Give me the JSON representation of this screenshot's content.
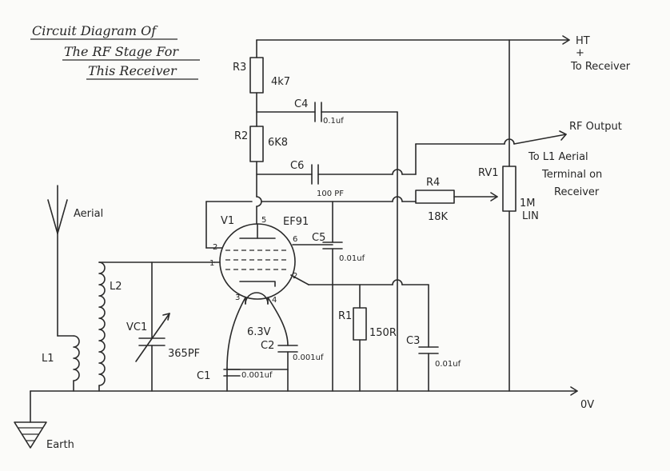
{
  "title": {
    "line1": "Circuit Diagram Of",
    "line2": "The RF Stage For",
    "line3": "This Receiver"
  },
  "components": {
    "r3": {
      "ref": "R3",
      "value": "4k7"
    },
    "r2": {
      "ref": "R2",
      "value": "6K8"
    },
    "r1": {
      "ref": "R1",
      "value": "150R"
    },
    "r4": {
      "ref": "R4",
      "value": "18K"
    },
    "c4": {
      "ref": "C4",
      "value": "0.1uf"
    },
    "c6": {
      "ref": "C6",
      "value": "100 PF"
    },
    "c5": {
      "ref": "C5",
      "value": "0.01uf"
    },
    "c3": {
      "ref": "C3",
      "value": "0.01uf"
    },
    "c2": {
      "ref": "C2",
      "value": "0.001uf"
    },
    "c1": {
      "ref": "C1",
      "value": "0.001uf"
    },
    "vc1": {
      "ref": "VC1",
      "value": "365PF"
    },
    "l1": {
      "ref": "L1"
    },
    "l2": {
      "ref": "L2"
    },
    "v1": {
      "ref": "V1",
      "type": "EF91",
      "heater": "6.3V",
      "pins": {
        "p1": "1",
        "p2a": "2",
        "p2b": "2",
        "p3": "3",
        "p4": "4",
        "p5": "5",
        "p6": "6"
      }
    },
    "rv1": {
      "ref": "RV1",
      "value1": "1M",
      "value2": "LIN"
    }
  },
  "labels": {
    "aerial": "Aerial",
    "earth": "Earth",
    "ht": "HT",
    "plus": "+",
    "to_receiver": "To Receiver",
    "rf_output": "RF Output",
    "to_l1_1": "To L1 Aerial",
    "to_l1_2": "Terminal on",
    "to_l1_3": "Receiver",
    "zero_v": "0V"
  }
}
